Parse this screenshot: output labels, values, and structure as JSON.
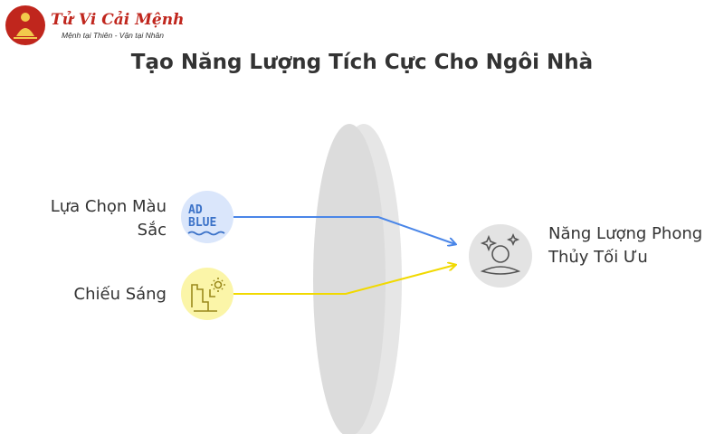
{
  "brand": {
    "name": "Tử Vi Cải Mệnh",
    "tagline": "Mệnh tại Thiên - Vận tại Nhân",
    "color": "#c0261d"
  },
  "title": "Tạo Năng Lượng Tích Cực Cho Ngôi Nhà",
  "inputs": [
    {
      "label": "Lựa Chọn Màu Sắc",
      "icon": "blue-paint-icon",
      "icon_text": [
        "AD",
        "BLUE"
      ],
      "color": "#4a86e8"
    },
    {
      "label": "Chiếu Sáng",
      "icon": "sunlight-window-icon",
      "color": "#f5e124"
    }
  ],
  "output": {
    "label": "Năng Lượng Phong Thủy Tối Ưu",
    "icon": "meditation-sparkle-icon"
  },
  "lens": {
    "icon": "lens-shape"
  }
}
